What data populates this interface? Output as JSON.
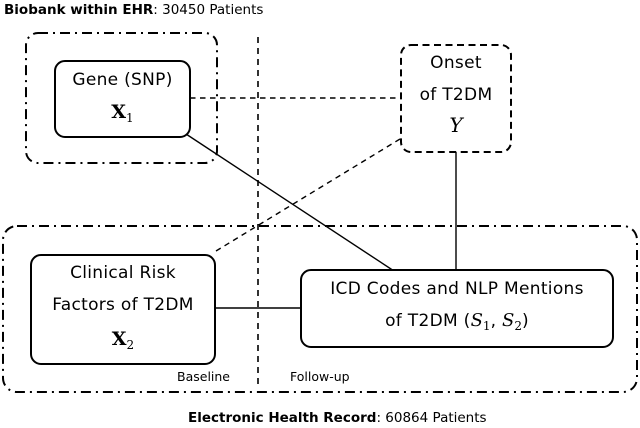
{
  "colors": {
    "ink": "#000000",
    "background": "#ffffff"
  },
  "captions": {
    "biobank_bold": "Biobank within EHR",
    "biobank_rest": ": 30450 Patients",
    "ehr_bold": "Electronic Health Record",
    "ehr_rest": ": 60864 Patients"
  },
  "timeline": {
    "baseline": "Baseline",
    "followup": "Follow-up"
  },
  "nodes": {
    "gene": {
      "title": "Gene (SNP)",
      "symbol": "X",
      "symbol_sub": "1"
    },
    "onset": {
      "title1": "Onset",
      "title2": "of T2DM",
      "symbol": "Y"
    },
    "clinical": {
      "title1": "Clinical Risk",
      "title2": "Factors of T2DM",
      "symbol": "X",
      "symbol_sub": "2"
    },
    "icd": {
      "title1": "ICD Codes and NLP Mentions",
      "title2_prefix": "of T2DM (",
      "s1": "S",
      "s1_sub": "1",
      "separator": ", ",
      "s2": "S",
      "s2_sub": "2",
      "title2_suffix": ")"
    }
  }
}
